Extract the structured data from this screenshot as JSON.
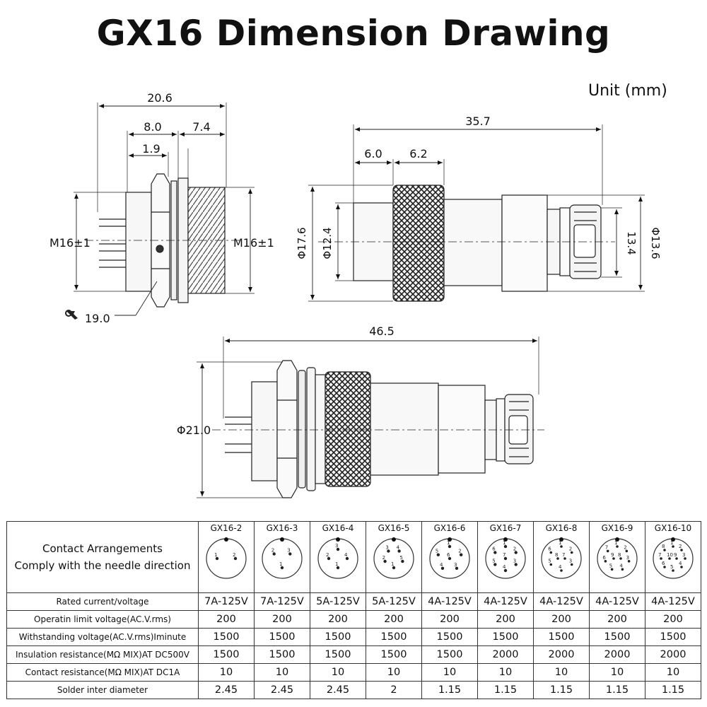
{
  "title": "GX16 Dimension Drawing",
  "unit": "Unit (mm)",
  "views": {
    "side_panel": {
      "dims": {
        "total": "20.6",
        "left": "8.0",
        "right": "7.4",
        "flange": "1.9",
        "thread_left": "M16±1",
        "thread_right": "M16±1",
        "wrench": "19.0"
      }
    },
    "plug": {
      "dims": {
        "length": "35.7",
        "front": "6.0",
        "knurl": "6.2",
        "outer_dia": "Φ17.6",
        "inner_dia": "Φ12.4",
        "clamp_height": "13.4",
        "clamp_dia": "Φ13.6"
      }
    },
    "assembly": {
      "dims": {
        "length": "46.5",
        "dia": "Φ21.0"
      }
    }
  },
  "table": {
    "header_label_line1": "Contact Arrangements",
    "header_label_line2": "Comply with the needle direction",
    "models": [
      {
        "name": "GX16-2",
        "pins": 2
      },
      {
        "name": "GX16-3",
        "pins": 3
      },
      {
        "name": "GX16-4",
        "pins": 4
      },
      {
        "name": "GX16-5",
        "pins": 5
      },
      {
        "name": "GX16-6",
        "pins": 6
      },
      {
        "name": "GX16-7",
        "pins": 7
      },
      {
        "name": "GX16-8",
        "pins": 8
      },
      {
        "name": "GX16-9",
        "pins": 9
      },
      {
        "name": "GX16-10",
        "pins": 10
      }
    ],
    "rows": [
      {
        "label": "Rated current/voltage",
        "values": [
          "7A-125V",
          "7A-125V",
          "5A-125V",
          "5A-125V",
          "4A-125V",
          "4A-125V",
          "4A-125V",
          "4A-125V",
          "4A-125V"
        ]
      },
      {
        "label": "Operatin limit voltage(AC.V.rms)",
        "values": [
          "200",
          "200",
          "200",
          "200",
          "200",
          "200",
          "200",
          "200",
          "200"
        ]
      },
      {
        "label": "Withstanding voltage(AC.V.rms)Iminute",
        "values": [
          "1500",
          "1500",
          "1500",
          "1500",
          "1500",
          "1500",
          "1500",
          "1500",
          "1500"
        ]
      },
      {
        "label": "Insulation resistance(MΩ MIX)AT DC500V",
        "values": [
          "1500",
          "1500",
          "1500",
          "1500",
          "1500",
          "2000",
          "2000",
          "2000",
          "2000"
        ]
      },
      {
        "label": "Contact resistance(MΩ MIX)AT DC1A",
        "values": [
          "10",
          "10",
          "10",
          "10",
          "10",
          "10",
          "10",
          "10",
          "10"
        ]
      },
      {
        "label": "Solder inter diameter",
        "values": [
          "2.45",
          "2.45",
          "2.45",
          "2",
          "1.15",
          "1.15",
          "1.15",
          "1.15",
          "1.15"
        ]
      }
    ]
  }
}
